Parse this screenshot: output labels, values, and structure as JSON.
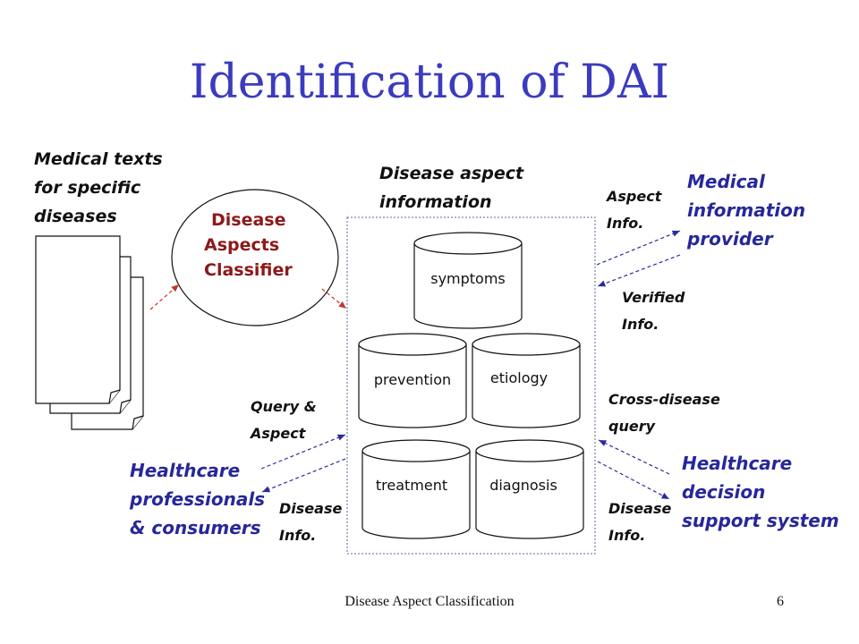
{
  "slide": {
    "title": "Identification of DAI",
    "footer_text": "Disease Aspect Classification",
    "page_number": "6"
  },
  "diagram": {
    "medical_texts_label": [
      "Medical texts",
      "for specific",
      "diseases"
    ],
    "classifier_label": [
      "Disease",
      "Aspects",
      "Classifier"
    ],
    "disease_aspect_label": [
      "Disease aspect",
      "information"
    ],
    "cylinders": {
      "symptoms": "symptoms",
      "prevention": "prevention",
      "etiology": "etiology",
      "treatment": "treatment",
      "diagnosis": "diagnosis"
    },
    "aspect_info": [
      "Aspect",
      "Info."
    ],
    "medical_info_provider": [
      "Medical",
      "information",
      "provider"
    ],
    "verified_info": [
      "Verified",
      "Info."
    ],
    "cross_disease_query": [
      "Cross-disease",
      "query"
    ],
    "query_aspect": [
      "Query &",
      "Aspect"
    ],
    "healthcare_professionals": [
      "Healthcare",
      "professionals",
      "& consumers"
    ],
    "disease_info_left": [
      "Disease",
      "Info."
    ],
    "disease_info_right": [
      "Disease",
      "Info."
    ],
    "decision_support": [
      "Healthcare",
      "decision",
      "support system"
    ],
    "colors": {
      "title": "#3b3bbf",
      "blue_text": "#27279a",
      "classifier": "#8b1a1a",
      "arrow_blue": "#2a2aa0",
      "arrow_red": "#c0392b"
    }
  }
}
